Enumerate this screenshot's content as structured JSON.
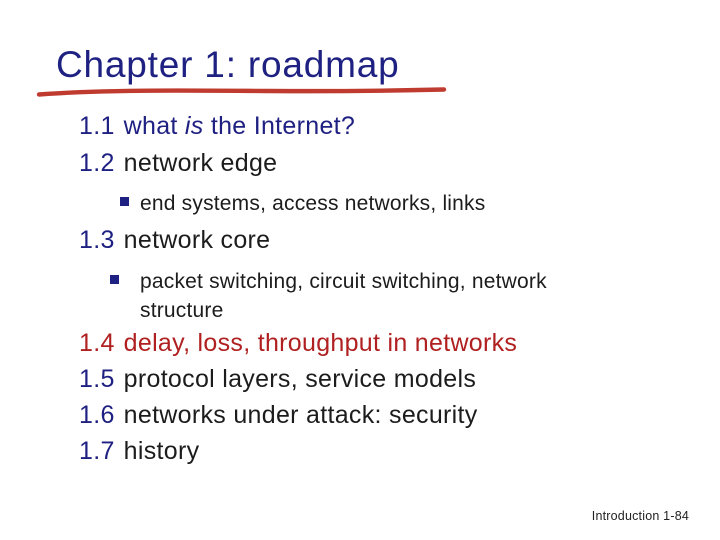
{
  "slide": {
    "title": "Chapter 1: roadmap",
    "items": {
      "i11": {
        "num": "1.1",
        "pre": "what ",
        "italic": "is",
        "post": " the Internet?"
      },
      "i12": {
        "num": "1.2",
        "text": "network edge"
      },
      "i13": {
        "num": "1.3",
        "text": "network core"
      },
      "i14": {
        "num": "1.4",
        "text": "delay, loss, throughput in networks"
      },
      "i15": {
        "num": "1.5",
        "text": "protocol layers, service models"
      },
      "i16": {
        "num": "1.6",
        "text": "networks under attack: security"
      },
      "i17": {
        "num": "1.7",
        "text": "history"
      }
    },
    "sub_bullets": {
      "b1": "end systems, access networks, links",
      "b2": "packet switching, circuit switching, network structure"
    },
    "footer": "Introduction 1-84",
    "colors": {
      "navy": "#1f2182",
      "body_black": "#1c1c1c",
      "highlight_red": "#b02020",
      "underline_red": "#bf3b2f"
    }
  }
}
